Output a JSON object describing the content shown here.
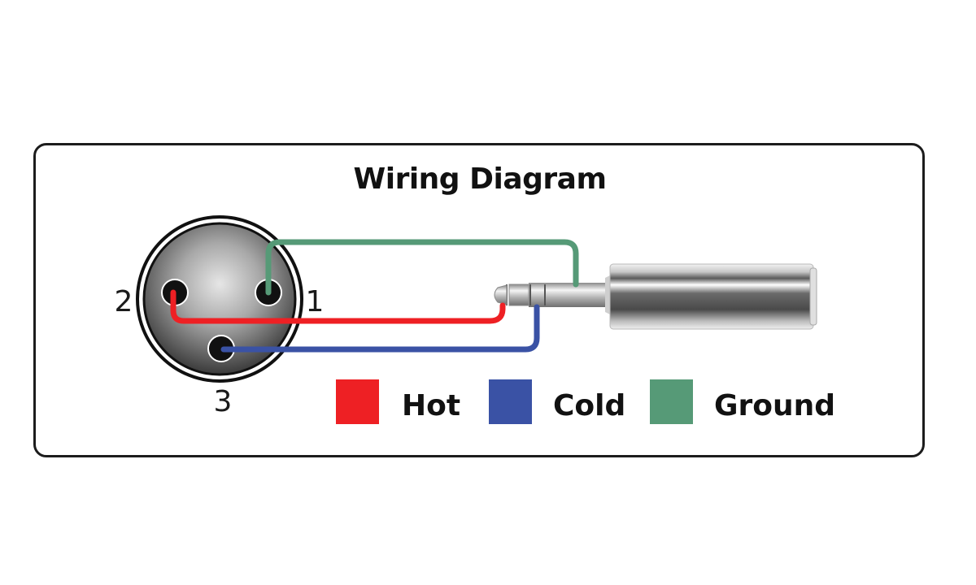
{
  "title": "Wiring Diagram",
  "xlr_connector": {
    "pins": [
      {
        "number": "1",
        "signal": "Ground"
      },
      {
        "number": "2",
        "signal": "Hot"
      },
      {
        "number": "3",
        "signal": "Cold"
      }
    ]
  },
  "trs_plug": {
    "contacts": [
      {
        "name": "tip",
        "signal": "Hot"
      },
      {
        "name": "ring",
        "signal": "Cold"
      },
      {
        "name": "sleeve",
        "signal": "Ground"
      }
    ]
  },
  "legend": [
    {
      "label": "Hot",
      "color": "#ee2024"
    },
    {
      "label": "Cold",
      "color": "#3a52a5"
    },
    {
      "label": "Ground",
      "color": "#569a77"
    }
  ],
  "colors": {
    "hot": "#ee2024",
    "cold": "#3a52a5",
    "ground": "#569a77",
    "frame": "#1c1c1c"
  }
}
